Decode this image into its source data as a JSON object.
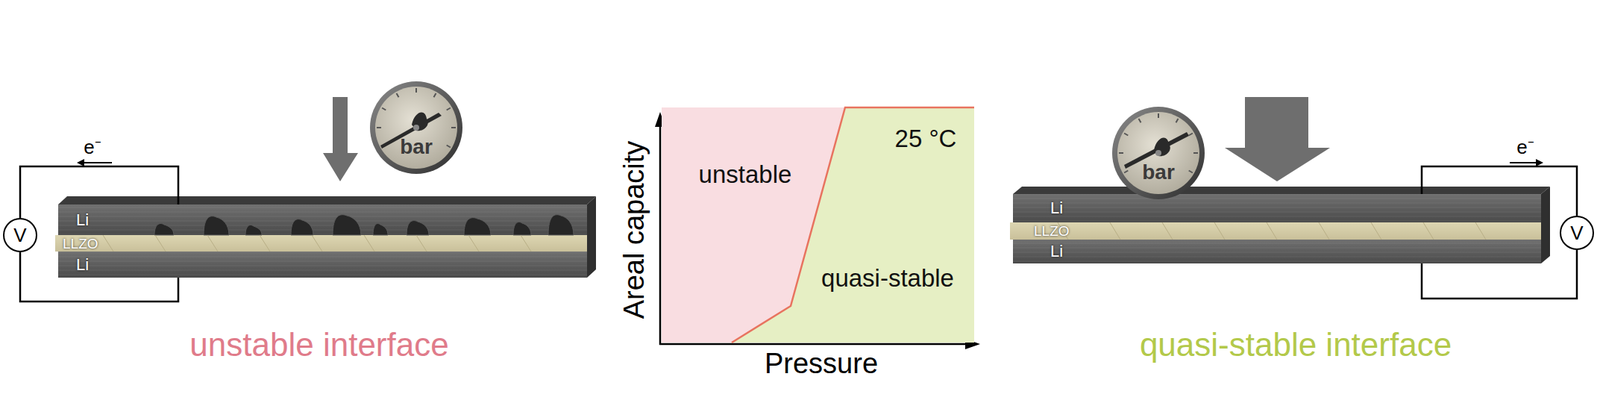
{
  "diagram": {
    "nodes": [
      {
        "text": [
          "V"
        ]
      },
      {
        "text": [
          "bar"
        ]
      },
      {
        "text": [
          "Li"
        ]
      },
      {
        "text": [
          "LLZO"
        ]
      },
      {
        "text": [
          "Li"
        ]
      },
      {
        "text": [
          "unstable"
        ]
      },
      {
        "text": [
          "quasi-stable"
        ]
      },
      {
        "text": [
          "bar"
        ]
      },
      {
        "text": [
          "Li"
        ]
      },
      {
        "text": [
          "LLZO"
        ]
      },
      {
        "text": [
          "Li"
        ]
      },
      {
        "text": [
          "V"
        ]
      }
    ],
    "edges": [
      {
        "from": 0,
        "to": 2,
        "arrow": "none"
      },
      {
        "from": 0,
        "to": 4,
        "arrow": "none"
      },
      {
        "from": 11,
        "to": 8,
        "arrow": "none"
      },
      {
        "from": 11,
        "to": 10,
        "arrow": "none"
      }
    ],
    "labels": [
      "e⁻",
      "unstable interface",
      "Areal capacity",
      "Pressure",
      "25 °C",
      "e⁻",
      "quasi-stable interface"
    ]
  }
}
